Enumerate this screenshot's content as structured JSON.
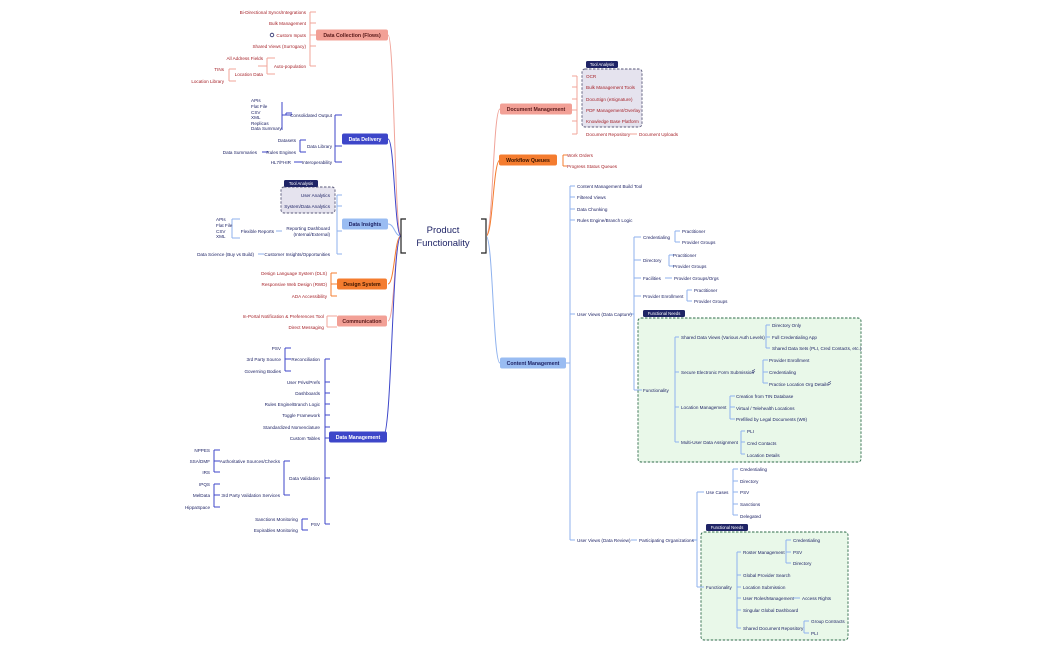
{
  "center": {
    "line1": "Product",
    "line2": "Functionality"
  },
  "colors": {
    "salmon": "#f2a096",
    "salmon_line": "#f0a49a",
    "orange": "#f47c2f",
    "blue": "#3d46c9",
    "light_blue": "#8fb2ee",
    "dark_red": "#a6232a",
    "navy": "#1f2466",
    "green_fill": "#e9f8e9",
    "grey_fill": "#e5e3ee"
  },
  "left": {
    "data_collection": {
      "label": "Data Collection (Flows)",
      "items": {
        "bi_directional": "Bi-Directional Syncs/Integrations",
        "bulk_management": "Bulk Management",
        "custom_inputs": "Custom Inputs",
        "shared_views": "Shared Views (Surrogacy)",
        "auto_population": "Auto-population",
        "all_address_fields": "All Address Fields",
        "location_data": "Location Data",
        "tins": "TINs",
        "location_library": "Location Library"
      }
    },
    "data_delivery": {
      "label": "Data Delivery",
      "items": {
        "consolidated_output": "Consolidated Output",
        "apis": "APIs",
        "flat_file": "Flat File",
        "csv": "CSV",
        "xml": "XML",
        "replicas": "Replicas",
        "data_summary": "Data Summary",
        "data_library": "Data Library",
        "datasets": "Datasets",
        "rules_engines": "Rules Engines",
        "data_summaries": "Data Summaries",
        "interoperability": "Interoperability",
        "hl7_fhir": "HL7/FHIR"
      }
    },
    "data_insights": {
      "label": "Data Insights",
      "tool_label": "Tool Analysis",
      "items": {
        "user_analytics": "User Analytics",
        "system_data_analytics": "System/Data Analytics",
        "reporting_dashboard_1": "Reporting Dashboard",
        "reporting_dashboard_2": "(Internal/External)",
        "flexible_reports": "Flexible Reports",
        "apis": "APIs",
        "flat_file": "Flat File",
        "csv": "CSV",
        "xml": "XML",
        "customer_insights": "Customer Insights/Opportunities",
        "data_science": "Data Science (Buy vs Build)"
      }
    },
    "design_system": {
      "label": "Design System",
      "items": {
        "design_language": "Design Language System (DLS)",
        "responsive_web": "Responsive Web Design (RWD)",
        "ada": "ADA Accessibility"
      }
    },
    "communication": {
      "label": "Communication",
      "items": {
        "in_portal": "In-Portal Notification & Preferences Tool",
        "direct_messaging": "Direct Messaging"
      }
    },
    "data_management": {
      "label": "Data Management",
      "items": {
        "reconciliation": "Reconciliation",
        "psv": "PSV",
        "third_party_source": "3rd Party Source",
        "governing_bodies": "Governing Bodies",
        "user_privs": "User Privs/Prefs",
        "dashboards": "Dashboards",
        "rules_engine": "Rules Engine/Branch Logic",
        "toggle_framework": "Toggle Framework",
        "standardized_nomenclature": "Standardized Nomenclature",
        "custom_tables": "Custom Tables",
        "data_validation": "Data Validation",
        "authoritative_sources": "Authoritative Sources/Checks",
        "nppes": "NPPES",
        "ssa_dmf": "SSA/DMF",
        "irs": "IRS",
        "third_party_validation": "3rd Party Validation Services",
        "ipqs": "IPQS",
        "melissa": "MelData",
        "hippa": "HippaSpace",
        "psv2": "PSV",
        "sanctions_monitoring": "Sanctions Monitoring",
        "expirables_monitoring": "Expirables Monitoring"
      }
    }
  },
  "right": {
    "document_management": {
      "label": "Document Management",
      "tool_label": "Tool Analysis",
      "items": {
        "ocr": "OCR",
        "bulk_tools": "Bulk Management Tools",
        "docusign": "DocuSign (eSignature)",
        "pdf_management": "PDF Management/Overlay",
        "knowledge_base": "Knowledge Base Platform",
        "document_repository": "Document Repository",
        "document_uploads": "Document Uploads"
      }
    },
    "workflow_queues": {
      "label": "Workflow Queues",
      "items": {
        "work_orders": "Work Orders",
        "progress_status": "Progress Status Queues"
      }
    },
    "content_management": {
      "label": "Content Management",
      "items": {
        "build_tool": "Content Management Build Tool",
        "filtered_views": "Filtered Views",
        "data_chunking": "Data Chunking",
        "rules_engine": "Rules Engine/Branch Logic",
        "user_views_capture": "User Views (Data Capture)",
        "credentialing": "Credentialing",
        "practitioner": "Practitioner",
        "provider_groups": "Provider Groups",
        "directory": "Directory",
        "practitioner2": "Practitioner",
        "provider_groups2": "Provider Groups",
        "facilities": "Facilities",
        "provider_groups_orgs": "Provider Groups/Orgs",
        "provider_enrollment": "Provider Enrollment",
        "practitioner3": "Practitioner",
        "provider_groups3": "Provider Groups",
        "functional_needs": "Functional Needs",
        "functionality": "Functionality",
        "shared_data_views": "Shared Data Views (Various Auth Levels)",
        "directory_only": "Directory Only",
        "full_cred_app": "Full Credentialing App",
        "shared_data_sets": "Shared Data Sets (PLI, Cred Contacts, etc.)",
        "secure_form": "Secure Electronic Form Submission",
        "provider_enrollment2": "Provider Enrollment",
        "credentialing2": "Credentialing",
        "practice_location": "Practice Location Org Details",
        "location_management": "Location Management",
        "creation_tin": "Creation from TIN Database",
        "virtual_telehealth": "Virtual / Telehealth Locations",
        "prefilled_legal": "Prefilled by Legal Documents (W9)",
        "multi_user": "Multi-User Data Assignment",
        "pli": "PLI",
        "cred_contacts": "Cred Contacts",
        "location_details": "Location Details",
        "user_views_review": "User Views (Data Review)",
        "participating_orgs": "Participating Organizations",
        "use_cases": "Use Cases",
        "uc_credentialing": "Credentialing",
        "uc_directory": "Directory",
        "uc_psv": "PSV",
        "uc_sanctions": "Sanctions",
        "uc_delegated": "Delegated",
        "functional_needs2": "Functional Needs",
        "functionality2": "Functionality",
        "roster_management": "Roster Management",
        "rm_credentialing": "Credentialing",
        "rm_psv": "PSV",
        "rm_directory": "Directory",
        "global_provider_search": "Global Provider Search",
        "location_submission": "Location Submission",
        "user_roles": "User Roles/Management",
        "access_rights": "Access Rights",
        "singular_dashboard": "Singular Global Dashboard",
        "shared_doc_repo": "Shared Document Repository",
        "group_contracts": "Group Contracts",
        "pli2": "PLI"
      }
    }
  }
}
